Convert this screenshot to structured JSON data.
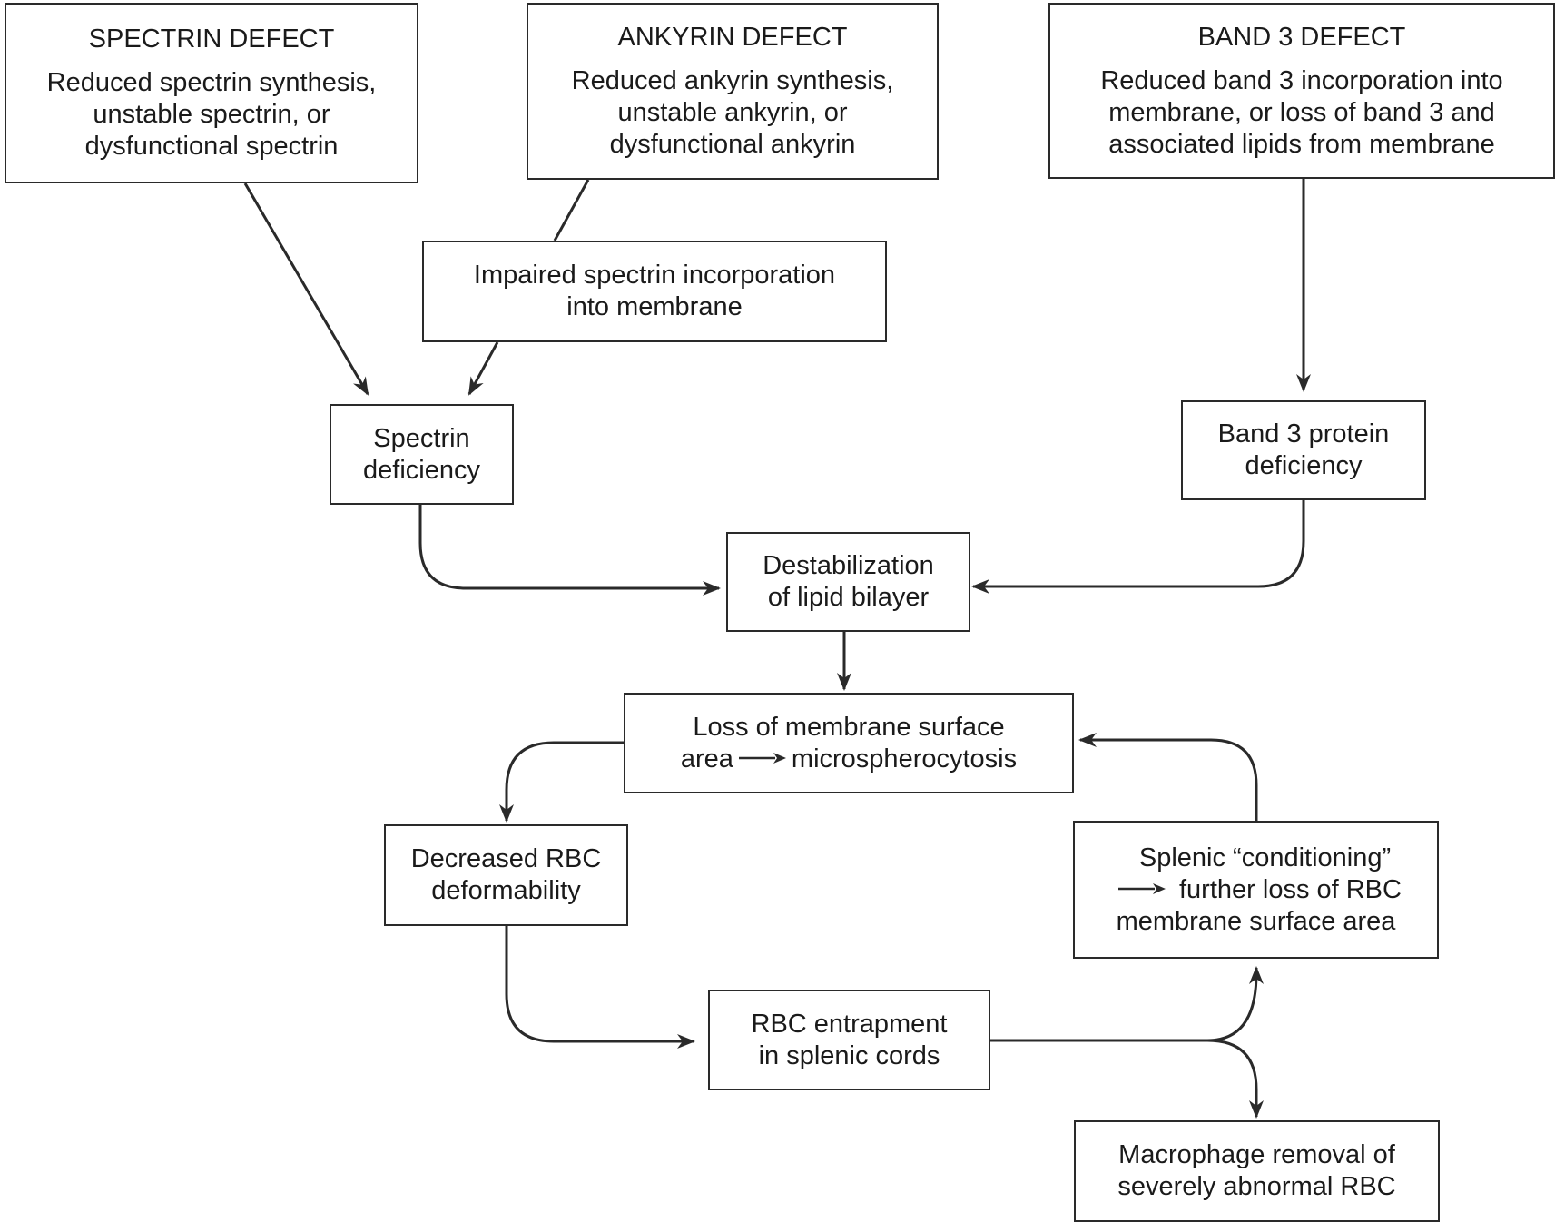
{
  "boxes": {
    "spectrin_defect": {
      "title": "SPECTRIN DEFECT",
      "lines": [
        "Reduced spectrin synthesis,",
        "unstable spectrin, or",
        "dysfunctional spectrin"
      ]
    },
    "ankyrin_defect": {
      "title": "ANKYRIN DEFECT",
      "lines": [
        "Reduced ankyrin synthesis,",
        "unstable ankyrin, or",
        "dysfunctional ankyrin"
      ]
    },
    "band3_defect": {
      "title": "BAND 3 DEFECT",
      "lines": [
        "Reduced band 3 incorporation into",
        "membrane, or loss of band 3 and",
        "associated lipids from membrane"
      ]
    },
    "impaired_incorporation": {
      "lines": [
        "Impaired spectrin incorporation",
        "into membrane"
      ]
    },
    "spectrin_deficiency": {
      "lines": [
        "Spectrin",
        "deficiency"
      ]
    },
    "band3_deficiency": {
      "lines": [
        "Band 3 protein",
        "deficiency"
      ]
    },
    "destabilization": {
      "lines": [
        "Destabilization",
        "of lipid bilayer"
      ]
    },
    "loss_surface": {
      "line1": "Loss of membrane surface",
      "line2_pre": "area",
      "line2_post": "microspherocytosis"
    },
    "decreased_deformability": {
      "lines": [
        "Decreased RBC",
        "deformability"
      ]
    },
    "splenic_conditioning": {
      "line1": "Splenic “conditioning”",
      "line2_post": "further loss of RBC",
      "line3": "membrane surface area"
    },
    "entrapment": {
      "lines": [
        "RBC entrapment",
        "in splenic cords"
      ]
    },
    "macrophage_removal": {
      "lines": [
        "Macrophage removal of",
        "severely abnormal RBC"
      ]
    }
  },
  "colors": {
    "line": "#2a2a2a",
    "box_border": "#2a2a2a",
    "text": "#1a1a1a",
    "background": "#ffffff"
  }
}
